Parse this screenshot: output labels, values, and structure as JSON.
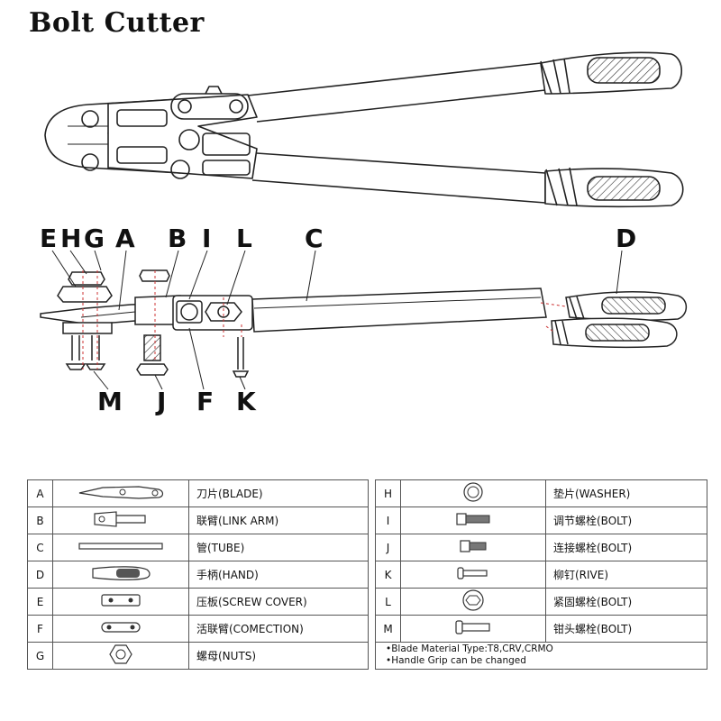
{
  "title": "Bolt Cutter",
  "callouts": {
    "top": [
      "E",
      "H",
      "G",
      "A",
      "B",
      "I",
      "L",
      "C",
      "D"
    ],
    "bottom": [
      "M",
      "J",
      "F",
      "K"
    ]
  },
  "parts_left": [
    {
      "code": "A",
      "name": "刀片(BLADE)",
      "icon": "blade-icon"
    },
    {
      "code": "B",
      "name": "联臂(LINK ARM)",
      "icon": "link-arm-icon"
    },
    {
      "code": "C",
      "name": "管(TUBE)",
      "icon": "tube-icon"
    },
    {
      "code": "D",
      "name": "手柄(HAND)",
      "icon": "hand-grip-icon"
    },
    {
      "code": "E",
      "name": "压板(SCREW COVER)",
      "icon": "screw-cover-icon"
    },
    {
      "code": "F",
      "name": "活联臂(COMECTION)",
      "icon": "connection-icon"
    },
    {
      "code": "G",
      "name": "螺母(NUTS)",
      "icon": "nut-icon"
    }
  ],
  "parts_right": [
    {
      "code": "H",
      "name": "垫片(WASHER)",
      "icon": "washer-icon"
    },
    {
      "code": "I",
      "name": "调节螺栓(BOLT)",
      "icon": "adjusting-bolt-icon"
    },
    {
      "code": "J",
      "name": "连接螺栓(BOLT)",
      "icon": "connecting-bolt-icon"
    },
    {
      "code": "K",
      "name": "柳钉(RIVE)",
      "icon": "rivet-icon"
    },
    {
      "code": "L",
      "name": "紧固螺栓(BOLT)",
      "icon": "fastening-bolt-icon"
    },
    {
      "code": "M",
      "name": "钳头螺栓(BOLT)",
      "icon": "head-bolt-icon"
    }
  ],
  "notes": [
    "Blade Material Type:T8,CRV,CRMO",
    "Handle Grip can be changed"
  ]
}
